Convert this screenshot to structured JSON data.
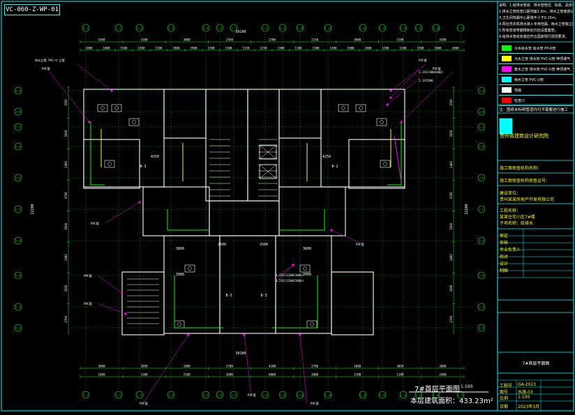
{
  "drawing_code": "VC-060-Z-WP-01",
  "title": {
    "main": "7#首层平面图",
    "scale": "1:100",
    "area_label": "本层建筑面积：",
    "area_value": "433.23m²"
  },
  "notes": [
    "说明：1.给排水管道、排水管管径、标高、具体如图所示。",
    "2.排水立管检查口距地面1.0m，排水立管底部设消能装置。",
    "3.卫生间地漏中心距墙不小于0.15m。",
    "4.阳台洗衣机排水接入专用地漏，雨水立管独立排放DN100。",
    "5.所有管道穿越楼板处均应设置套管。",
    "6.给排水管道安装应符合国家现行规范要求。"
  ],
  "legend": [
    {
      "label": "冷水给水管 给水管 PP-R管",
      "color": "#00ff00"
    },
    {
      "label": "污水立管 排水管 PVC-U管 伸顶通气",
      "color": "#ffff00"
    },
    {
      "label": "废水立管 排水管 PVC-U管 伸顶通气",
      "color": "#ff00ff"
    },
    {
      "label": "雨水立管 PVC-U管",
      "color": "#00ffff"
    },
    {
      "label": "地漏",
      "color": "#ffffff"
    },
    {
      "label": "检查口",
      "color": "#ff0000"
    }
  ],
  "bottom_note": "注：图纸未标明管道均可不需要进行施工",
  "title_block": {
    "company": "贵州省建筑设计研究院",
    "rows": [
      "施工图审查机构名称：",
      "施工图审查机构审查证号：",
      "建设单位：",
      "贵州某某房地产开发有限公司",
      "工程名称：",
      "某某住宅小区7#楼",
      "子项名称：给排水"
    ],
    "signatures": [
      {
        "role": "审定",
        "name": ""
      },
      {
        "role": "审核",
        "name": ""
      },
      {
        "role": "专业负责人",
        "name": ""
      },
      {
        "role": "校对",
        "name": ""
      },
      {
        "role": "设计",
        "name": ""
      },
      {
        "role": "制图",
        "name": ""
      }
    ],
    "drawing_name": "7#首层平面图",
    "footer": [
      {
        "k": "工程号",
        "v": "GA-2023"
      },
      {
        "k": "图号",
        "v": "水施-03"
      },
      {
        "k": "比例",
        "v": "1:100"
      },
      {
        "k": "日期",
        "v": "2023年3月"
      }
    ]
  },
  "axes": {
    "top": [
      "1-1",
      "1-2",
      "1-3",
      "1-4",
      "1-5",
      "1-6",
      "1-7",
      "1-8",
      "1-9",
      "1-10",
      "1-11",
      "1-12",
      "1-13",
      "1-14",
      "1-15",
      "1-16",
      "1-17"
    ],
    "bottom": [
      "1-1",
      "1-2",
      "1-3",
      "1-4",
      "1-5",
      "1-6",
      "1-7",
      "1-8",
      "1-9",
      "1-10",
      "1-11",
      "1-12",
      "1-13",
      "1-14",
      "1-15",
      "1-16",
      "1-17"
    ],
    "left": [
      "1-A",
      "1-B",
      "1-C",
      "1-D",
      "1-E",
      "1-F",
      "1-G",
      "1-H",
      "1-J",
      "1-K"
    ],
    "right": [
      "1-A",
      "1-B",
      "1-C",
      "1-D",
      "1-E",
      "1-F",
      "1-G",
      "1-H",
      "1-J",
      "1-K"
    ]
  },
  "dims": {
    "top_overall": "30100",
    "top_row1": [
      "3300",
      "3100",
      "3000",
      "2450",
      "2700",
      "2150",
      "3000",
      "3100",
      "3300"
    ],
    "top_row2": [
      "1000",
      "1800",
      "1500",
      "1200",
      "1200",
      "1800",
      "1900",
      "1200",
      "1300",
      "1150",
      "1250",
      "1300",
      "1100",
      "1300",
      "1200",
      "1900",
      "1800",
      "1200",
      "1200",
      "1500",
      "1800",
      "1000"
    ],
    "bottom_overall": "30100",
    "bottom_row1": [
      "3600",
      "3050",
      "1800",
      "2700",
      "4200",
      "2700",
      "1800",
      "3050",
      "3600"
    ],
    "bottom_row2": [
      "2400",
      "1100",
      "2100",
      "3600",
      "6000",
      "3600",
      "2100",
      "1100",
      "2400"
    ],
    "left_overall": "22200",
    "right_overall": "22200",
    "left_row": [
      "1500",
      "3300",
      "2400",
      "2700",
      "1800",
      "2400",
      "3300",
      "2700"
    ],
    "right_row": [
      "1500",
      "3300",
      "2400",
      "2700",
      "1800",
      "2400",
      "3300",
      "2700"
    ]
  },
  "rooms": [
    {
      "label": "B-3",
      "sub": ""
    },
    {
      "label": "B-2",
      "sub": ""
    },
    {
      "label": "B-3",
      "sub": ""
    },
    {
      "label": "B-3",
      "sub": ""
    },
    {
      "label": "4250",
      "sub": ""
    },
    {
      "label": "4250",
      "sub": ""
    },
    {
      "label": "3600",
      "sub": ""
    },
    {
      "label": "3600",
      "sub": ""
    },
    {
      "label": "2500",
      "sub": ""
    },
    {
      "label": "2500",
      "sub": ""
    },
    {
      "label": "3900",
      "sub": ""
    },
    {
      "label": "3900",
      "sub": ""
    }
  ],
  "pipe_labels": [
    {
      "text": "排水立管 PVC-U 立管"
    },
    {
      "text": "PVC管"
    },
    {
      "text": "PVC管"
    },
    {
      "text": "PVC管"
    },
    {
      "text": "PVC管"
    },
    {
      "text": "1.2X3(800X400)"
    },
    {
      "text": "2.1X1500"
    },
    {
      "text": "1.2X3(1200X1000)"
    },
    {
      "text": "1.2X3(1200X1000)"
    },
    {
      "text": "PVC管"
    },
    {
      "text": "PVC管"
    },
    {
      "text": "PVC管"
    },
    {
      "text": "PVC管"
    },
    {
      "text": "PVC管"
    },
    {
      "text": "PVC管"
    }
  ],
  "colors": {
    "wall": "#ffffff",
    "axis": "#00ff00",
    "dim": "#00ff00",
    "water": "#00ff00",
    "drain": "#ffff00",
    "waste": "#ff00ff",
    "frame": "#00ffff",
    "leader": "#ff00ff",
    "text": "#ffffff",
    "titleblock_accent": "#00ffff"
  }
}
